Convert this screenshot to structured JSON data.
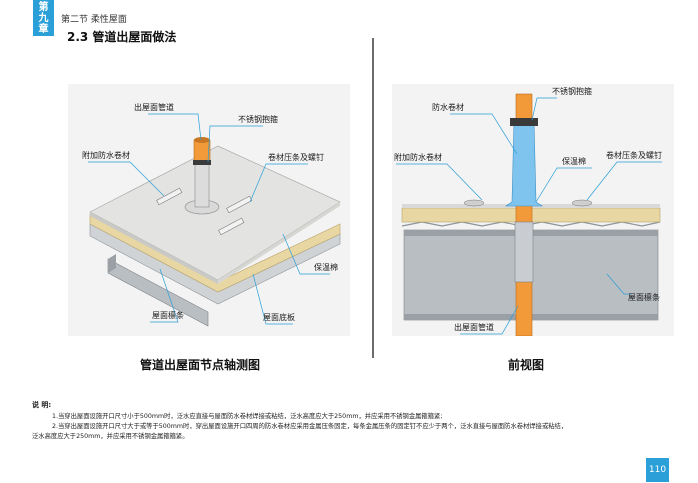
{
  "header": {
    "chapter_tab": [
      "第",
      "九",
      "章"
    ],
    "section": "第二节 柔性屋面",
    "title": "2.3 管道出屋面做法"
  },
  "left_figure": {
    "caption": "管道出屋面节点轴测图",
    "labels": {
      "pipe": "出屋面管道",
      "clamp": "不锈钢抱箍",
      "extra_membrane": "附加防水卷材",
      "press_strip": "卷材压条及螺钉",
      "insulation": "保温棉",
      "purlin": "屋面檩条",
      "bottom_plate": "屋面底板"
    }
  },
  "right_figure": {
    "caption": "前视图",
    "labels": {
      "clamp": "不锈钢抱箍",
      "membrane": "防水卷材",
      "extra_membrane": "附加防水卷材",
      "press_strip": "卷材压条及螺钉",
      "insulation": "保温棉",
      "purlin": "屋面檩条",
      "pipe": "出屋面管道"
    }
  },
  "notes": {
    "title": "说 明:",
    "items": [
      "1.当穿出屋面设施开口尺寸小于500mm时，泛水应直接与屋面防水卷材焊接或粘结，泛水高度应大于250mm，并应采用不锈钢金属箍箍紧;",
      "2.当穿出屋面设施开口尺寸大于或等于500mm时，穿出屋面设施开口四周的防水卷材应采用金属压条固定，每条金属压条的固定钉不应少于两个，泛水直接与屋面防水卷材焊接或粘结，",
      "泛水高度应大于250mm，并应采用不锈钢金属箍箍紧。"
    ]
  },
  "page_number": "110",
  "colors": {
    "accent": "#2a9fd8",
    "pipe_orange": "#f29a3a",
    "membrane_blue": "#7ec4ee",
    "insulation": "#e9d7a3",
    "steel": "#9aa0a6"
  }
}
